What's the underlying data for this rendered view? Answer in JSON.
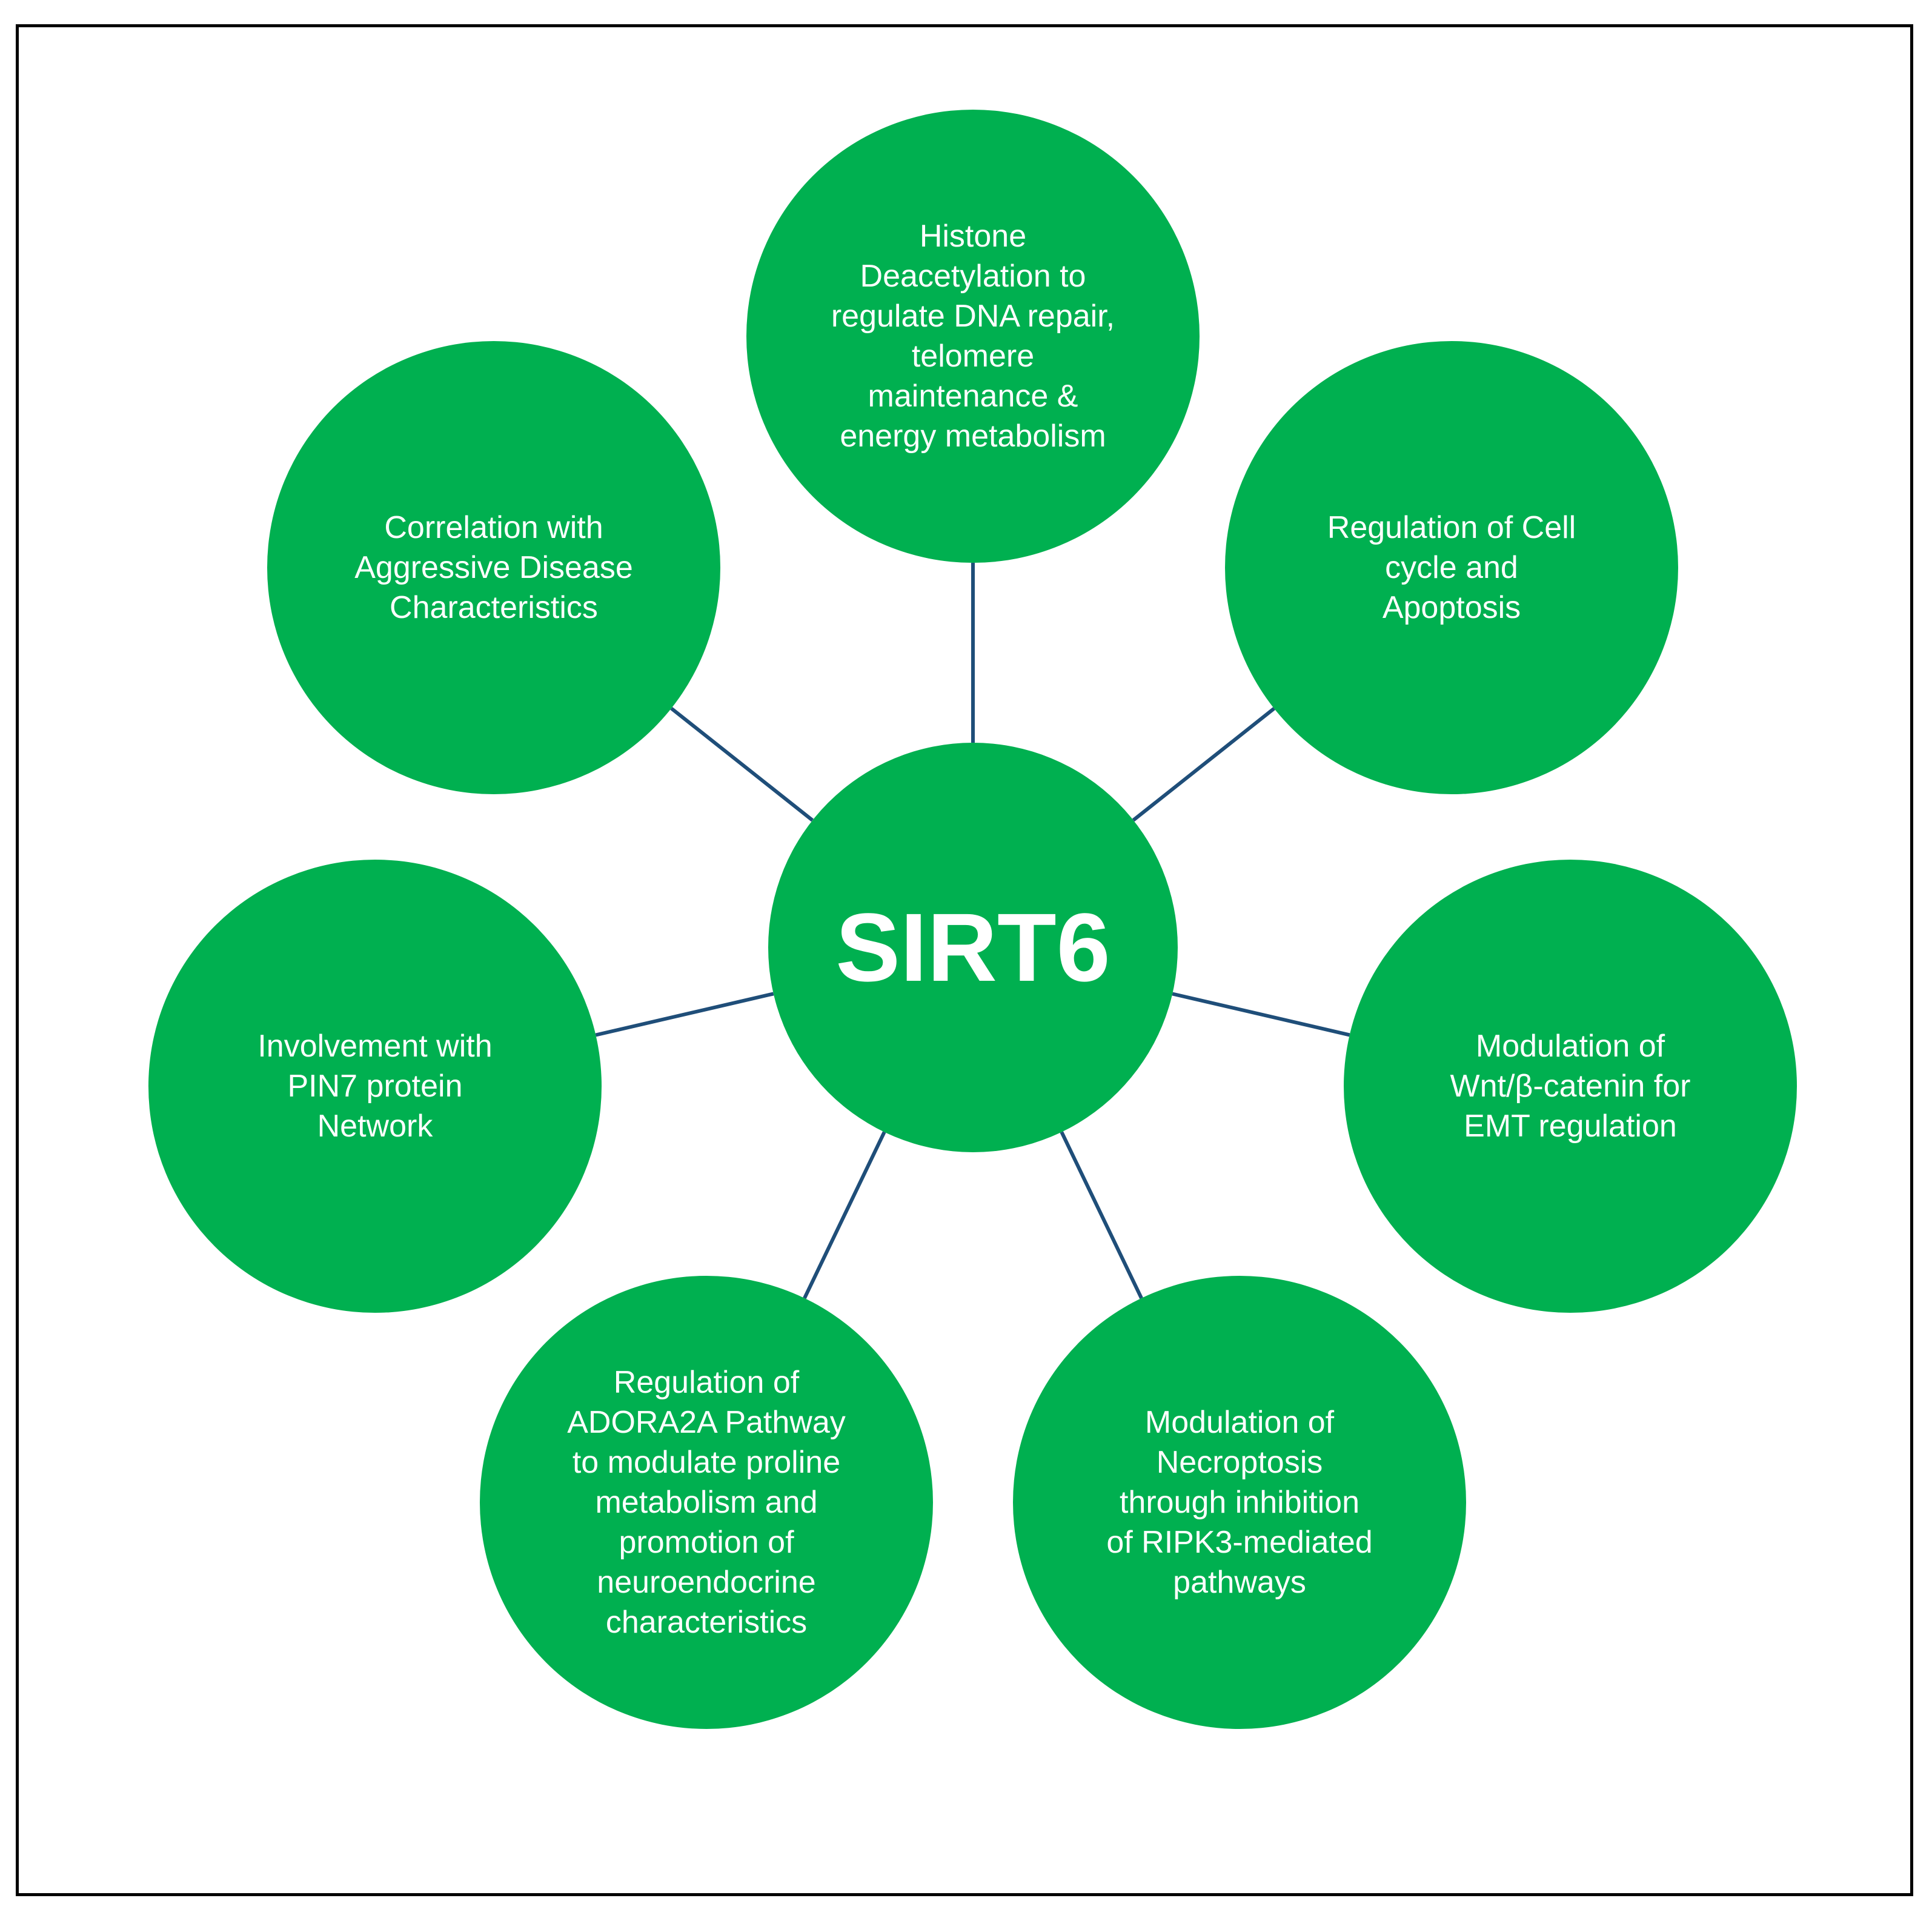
{
  "center": {
    "label": "SIRT6"
  },
  "nodes": [
    {
      "id": "top",
      "label": "Histone\nDeacetylation to\nregulate DNA repair,\ntelomere\nmaintenance &\nenergy metabolism"
    },
    {
      "id": "upper-right",
      "label": "Regulation of Cell\ncycle and\nApoptosis"
    },
    {
      "id": "right",
      "label": "Modulation of\nWnt/β-catenin  for\nEMT regulation"
    },
    {
      "id": "lower-right",
      "label": "Modulation of\nNecroptosis\nthrough inhibition\nof RIPK3-mediated\npathways"
    },
    {
      "id": "lower-left",
      "label": "Regulation of\nADORA2A Pathway\nto modulate proline\nmetabolism and\npromotion of\nneuroendocrine\ncharacteristics"
    },
    {
      "id": "left",
      "label": "Involvement with\nPIN7 protein\nNetwork"
    },
    {
      "id": "upper-left",
      "label": "Correlation with\nAggressive Disease\nCharacteristics"
    }
  ],
  "colors": {
    "node_fill": "#00b050",
    "connector": "#1f4e79",
    "label_text": "#ffffff",
    "frame": "#000000"
  }
}
